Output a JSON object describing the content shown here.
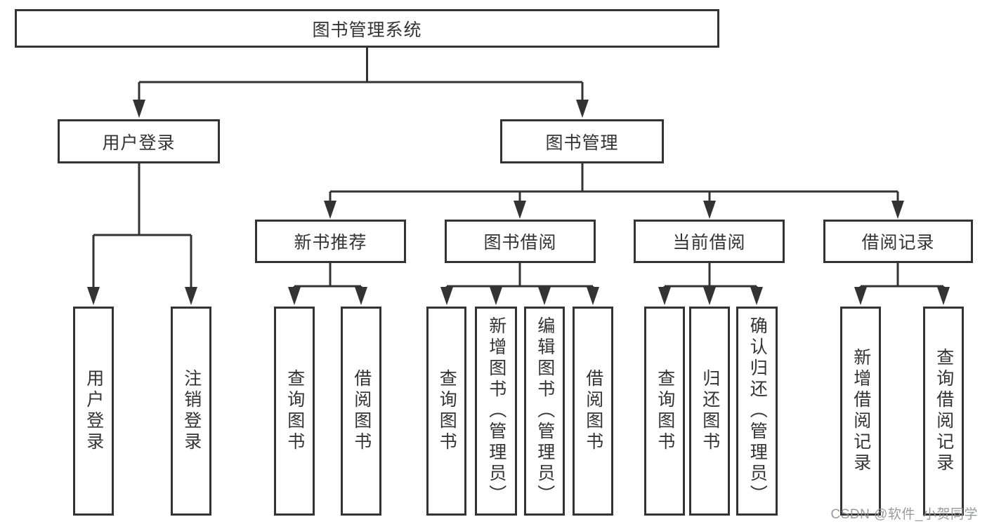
{
  "tree": {
    "root": {
      "label": "图书管理系统"
    },
    "branches": [
      {
        "label": "用户登录",
        "leaves": [
          "用户登录",
          "注销登录"
        ]
      },
      {
        "label": "图书管理",
        "subbranches": [
          {
            "label": "新书推荐",
            "leaves": [
              "查询图书",
              "借阅图书"
            ]
          },
          {
            "label": "图书借阅",
            "leaves": [
              "查询图书",
              "新增图书（管理员）",
              "编辑图书（管理员）",
              "借阅图书"
            ]
          },
          {
            "label": "当前借阅",
            "leaves": [
              "查询图书",
              "归还图书",
              "确认归还（管理员）"
            ]
          },
          {
            "label": "借阅记录",
            "leaves": [
              "新增借阅记录",
              "查询借阅记录"
            ]
          }
        ]
      }
    ]
  },
  "watermark": "CSDN @软件_小贺同学",
  "colors": {
    "line": "#333333",
    "text": "#333333",
    "watermark": "#8f9095",
    "background": "#ffffff"
  }
}
